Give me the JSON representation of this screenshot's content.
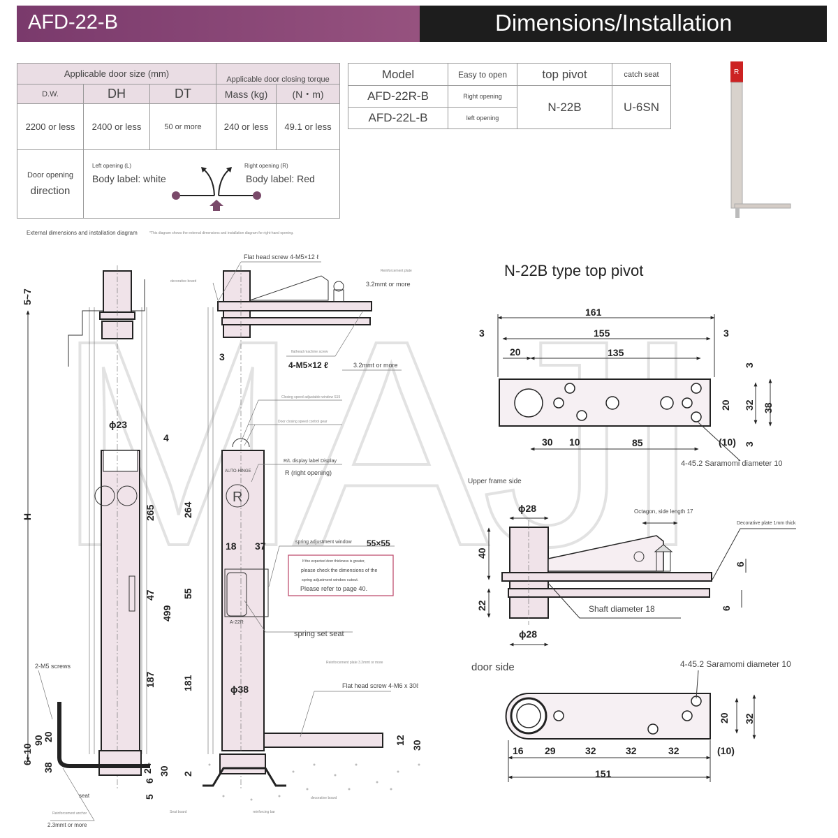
{
  "header": {
    "model": "AFD-22-B",
    "section": "Dimensions/Installation"
  },
  "spec_table": {
    "door_size_header": "Applicable door size (mm)",
    "torque_header": "Applicable door closing torque",
    "cols": [
      "D.W.",
      "DH",
      "DT",
      "Mass (kg)",
      "(N・m)"
    ],
    "values": [
      "2200 or less",
      "2400 or less",
      "50 or more",
      "240 or less",
      "49.1 or less"
    ],
    "direction_label_1": "Door opening",
    "direction_label_2": "direction",
    "left_opening": "Left opening (L)",
    "left_body_label": "Body label: white",
    "right_opening": "Right opening (R)",
    "right_body_label": "Body label: Red",
    "accent": "#7a4a6a"
  },
  "model_table": {
    "headers": [
      "Model",
      "Easy to open",
      "top pivot",
      "catch seat"
    ],
    "rows": [
      {
        "model": "AFD-22R-B",
        "open": "Right opening"
      },
      {
        "model": "AFD-22L-B",
        "open": "left opening"
      }
    ],
    "top_pivot": "N-22B",
    "catch_seat": "U-6SN"
  },
  "photo": {
    "label": "R"
  },
  "diagram": {
    "title": "External dimensions and installation diagram",
    "note": "*This diagram shows the external dimensions and installation diagram for right-hand opening.",
    "watermark": "MAJI",
    "callouts": {
      "decorative_board": "decorative board",
      "flat_screw_top": "Flat head screw 4-M5×12  ℓ",
      "reinforcement": "Reinforcement plate",
      "mmt1": "3.2mmt or more",
      "flathead": "flathead machine screw",
      "m5": "4-M5×12 ℓ",
      "mmt2": "3.2mmt or more",
      "closing_window": "Closing speed adjustable window S15",
      "control_gear": "Door closing speed control gear",
      "rl_label": "R/L display label Display",
      "r_opening": "R (right opening)",
      "spring_window": "spring adjustment window",
      "spring_size": "55×55",
      "note_lines": [
        "If the expected door thickness is greater,",
        "please check the dimensions of the",
        "spring adjustment window cutout.",
        "Please refer to page 40."
      ],
      "spring_seat": "spring set seat",
      "m5_screws": "2-M5 screws",
      "seat": "seat",
      "reinforcement_anchor": "Reinforcement anchor",
      "mmt3": "2.3mmt or more",
      "seat_board": "Seat board",
      "reinforcing": "reinforcing bar",
      "decorative_board2": "decorative board",
      "reinf_plate": "Reinforcement plate 3.2mmt or more",
      "flat_screw_bottom": "Flat head screw 4-M6 x 30ℓ",
      "body_brand": "AUTO-HINGE",
      "body_r": "R",
      "body_model": "A-22R"
    },
    "dims": {
      "d5_7": "5~7",
      "h": "H",
      "phi23": "ϕ23",
      "d4": "4",
      "d265": "265",
      "d264": "264",
      "d47": "47",
      "d499": "499",
      "d187": "187",
      "d181": "181",
      "d55": "55",
      "d18": "18",
      "d37": "37",
      "d3": "3",
      "d90": "90",
      "d20": "20",
      "d6_10": "6~10",
      "d38": "38",
      "d24": "24",
      "d6": "6",
      "d30": "30",
      "d5": "5",
      "d2": "2",
      "phi38": "ϕ38",
      "d12": "12",
      "d30b": "30"
    }
  },
  "pivot": {
    "title": "N-22B type top pivot",
    "plan": {
      "d161": "161",
      "d3a": "3",
      "d155": "155",
      "d3b": "3",
      "d20": "20",
      "d135": "135",
      "d3c": "3",
      "d20v": "20",
      "d32": "32",
      "d38": "38",
      "d30": "30",
      "d10": "10",
      "d85": "85",
      "d10p": "(10)",
      "d3d": "3",
      "holes": "4-45.2 Saramomi diameter 10"
    },
    "upper": {
      "label": "Upper frame side",
      "phi28a": "ϕ28",
      "octagon": "Octagon, side length 17",
      "plate": "Decorative plate 1mm thick",
      "d40": "40",
      "d22": "22",
      "d6a": "6",
      "d6b": "6",
      "shaft": "Shaft diameter 18",
      "phi28b": "ϕ28"
    },
    "door": {
      "label": "door side",
      "holes": "4-45.2 Saramomi diameter 10",
      "d20": "20",
      "d32": "32",
      "d16": "16",
      "d29": "29",
      "d32a": "32",
      "d32b": "32",
      "d32c": "32",
      "d10p": "(10)",
      "d151": "151"
    }
  }
}
